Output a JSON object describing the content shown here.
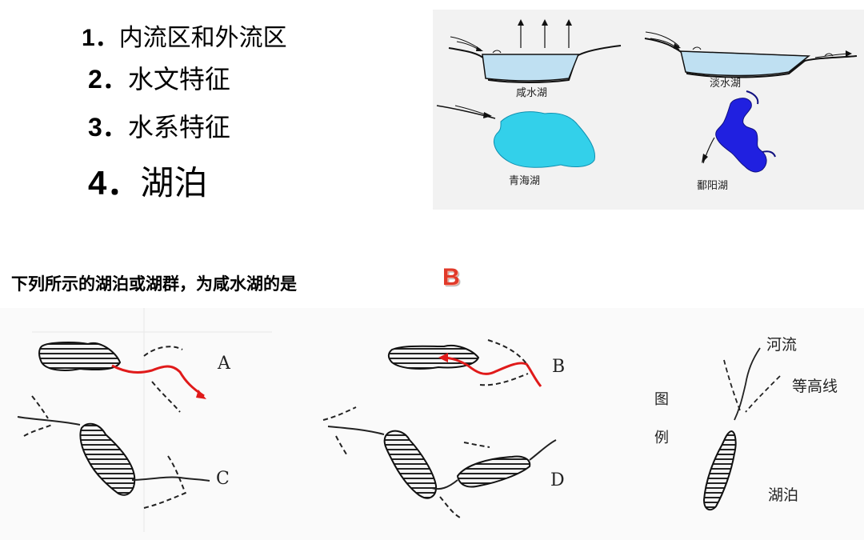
{
  "toc": [
    {
      "num": "1．",
      "text": "内流区和外流区"
    },
    {
      "num": "2．",
      "text": "水文特征"
    },
    {
      "num": "3．",
      "text": "水系特征"
    },
    {
      "num": "4．",
      "text": "湖泊"
    }
  ],
  "lake_diagram": {
    "salt_lake": "咸水湖",
    "fresh_lake": "淡水湖",
    "qinghai_lake": "青海湖",
    "poyang_lake": "鄱阳湖"
  },
  "question": {
    "text": "下列所示的湖泊或湖群，为咸水湖的是",
    "answer": "B"
  },
  "maps": {
    "labels": {
      "a": "A",
      "b": "B",
      "c": "C",
      "d": "D"
    },
    "legend": {
      "title_1": "图",
      "title_2": "例",
      "river": "河流",
      "contour": "等高线",
      "lake": "湖泊"
    }
  },
  "colors": {
    "lake_water": "#bfe0f2",
    "qinghai": "#33d0ea",
    "poyang": "#2020e0",
    "red_river": "#e01a1a",
    "answer": "#e03a2a"
  }
}
